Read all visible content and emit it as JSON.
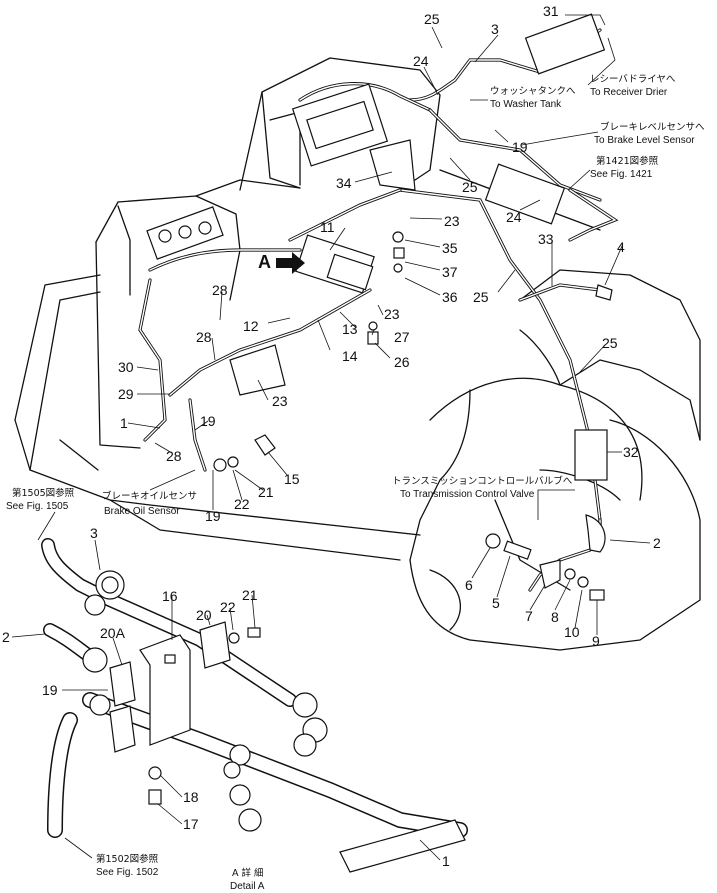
{
  "callouts": [
    {
      "id": "c31",
      "text": "31"
    },
    {
      "id": "c3a",
      "text": "3"
    },
    {
      "id": "c25a",
      "text": "25"
    },
    {
      "id": "c24a",
      "text": "24"
    },
    {
      "id": "c19a",
      "text": "19"
    },
    {
      "id": "c25b",
      "text": "25"
    },
    {
      "id": "c24b",
      "text": "24"
    },
    {
      "id": "c34",
      "text": "34"
    },
    {
      "id": "c23a",
      "text": "23"
    },
    {
      "id": "c11",
      "text": "11"
    },
    {
      "id": "c35",
      "text": "35"
    },
    {
      "id": "c37",
      "text": "37"
    },
    {
      "id": "c36",
      "text": "36"
    },
    {
      "id": "c33",
      "text": "33"
    },
    {
      "id": "c4",
      "text": "4"
    },
    {
      "id": "c25c",
      "text": "25"
    },
    {
      "id": "c25d",
      "text": "25"
    },
    {
      "id": "c32",
      "text": "32"
    },
    {
      "id": "c28a",
      "text": "28"
    },
    {
      "id": "c12",
      "text": "12"
    },
    {
      "id": "c28b",
      "text": "28"
    },
    {
      "id": "c13",
      "text": "13"
    },
    {
      "id": "c23b",
      "text": "23"
    },
    {
      "id": "c27",
      "text": "27"
    },
    {
      "id": "c14",
      "text": "14"
    },
    {
      "id": "c26",
      "text": "26"
    },
    {
      "id": "c30",
      "text": "30"
    },
    {
      "id": "c29",
      "text": "29"
    },
    {
      "id": "c23c",
      "text": "23"
    },
    {
      "id": "c1a",
      "text": "1"
    },
    {
      "id": "c19b",
      "text": "19"
    },
    {
      "id": "c28c",
      "text": "28"
    },
    {
      "id": "c15",
      "text": "15"
    },
    {
      "id": "c21a",
      "text": "21"
    },
    {
      "id": "c22a",
      "text": "22"
    },
    {
      "id": "c19c",
      "text": "19"
    },
    {
      "id": "c2a",
      "text": "2"
    },
    {
      "id": "c6",
      "text": "6"
    },
    {
      "id": "c5",
      "text": "5"
    },
    {
      "id": "c7",
      "text": "7"
    },
    {
      "id": "c8",
      "text": "8"
    },
    {
      "id": "c10",
      "text": "10"
    },
    {
      "id": "c9",
      "text": "9"
    },
    {
      "id": "c3b",
      "text": "3"
    },
    {
      "id": "c16",
      "text": "16"
    },
    {
      "id": "c20",
      "text": "20"
    },
    {
      "id": "c22b",
      "text": "22"
    },
    {
      "id": "c21b",
      "text": "21"
    },
    {
      "id": "c2b",
      "text": "2"
    },
    {
      "id": "c20A",
      "text": "20A"
    },
    {
      "id": "c19d",
      "text": "19"
    },
    {
      "id": "c18",
      "text": "18"
    },
    {
      "id": "c17",
      "text": "17"
    },
    {
      "id": "c1b",
      "text": "1"
    }
  ],
  "view_marker": "A",
  "notes": {
    "receiver_jp": "レシーバドライヤへ",
    "receiver_en": "To Receiver Drier",
    "washer_jp": "ウォッシャタンクへ",
    "washer_en": "To Washer Tank",
    "brake_level_jp": "ブレーキレベルセンサへ",
    "brake_level_en": "To Brake Level Sensor",
    "fig1421_jp": "第1421図参照",
    "fig1421_en": "See Fig. 1421",
    "transmission_jp": "トランスミッションコントロールバルブへ",
    "transmission_en": "To Transmission Control Valve",
    "brake_oil_jp": "ブレーキオイルセンサ",
    "brake_oil_en": "Brake Oil Sensor",
    "fig1505_jp": "第1505図参照",
    "fig1505_en": "See Fig. 1505",
    "fig1502_jp": "第1502図参照",
    "fig1502_en": "See Fig. 1502",
    "detail_jp": "A 詳 細",
    "detail_en": "Detail A"
  }
}
